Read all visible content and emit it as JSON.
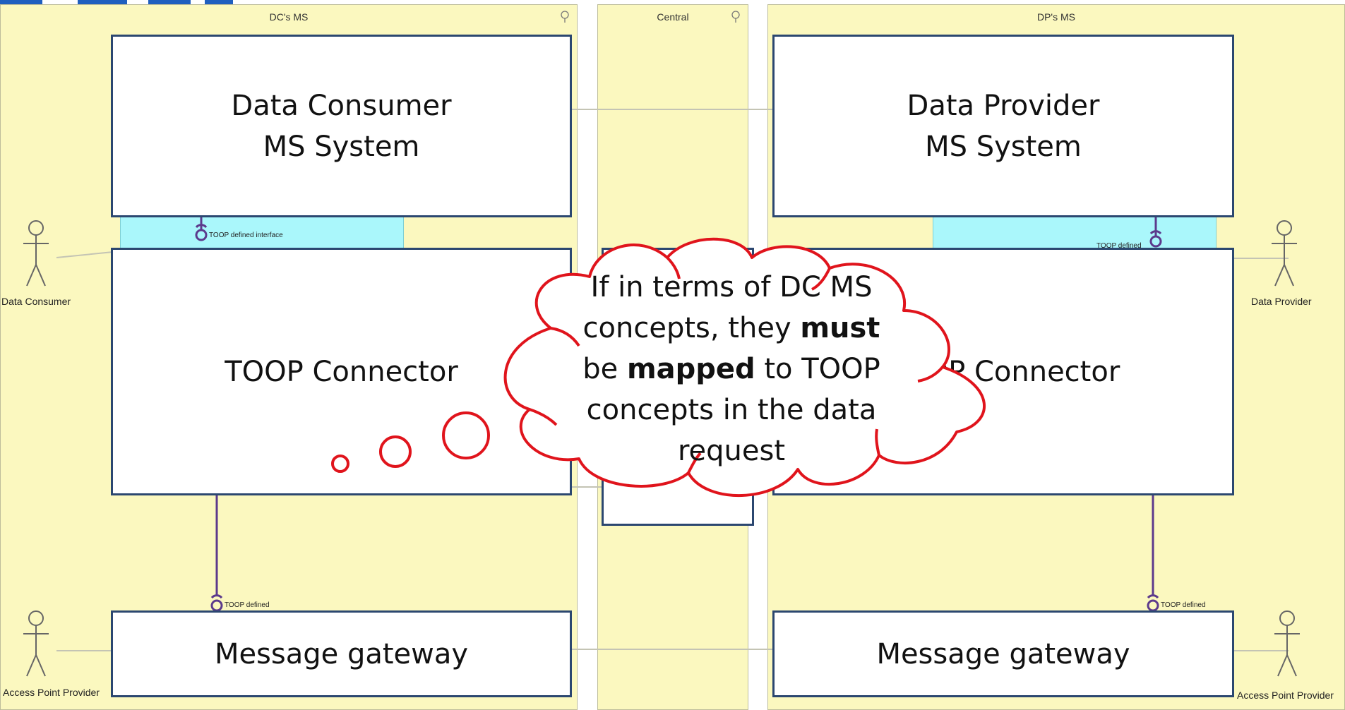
{
  "lanes": {
    "left_title": "DC's MS",
    "center_title": "Central",
    "right_title": "DP's MS"
  },
  "boxes": {
    "dc_system": "Data Consumer\nMS System",
    "dp_system": "Data Provider\nMS System",
    "dc_connector": "TOOP Connector",
    "dp_connector": "TOOP Connector",
    "dc_gateway": "Message gateway",
    "dp_gateway": "Message gateway"
  },
  "interfaces": {
    "dc_system_iface": "TOOP defined\ninterface",
    "dp_system_iface": "TOOP defined",
    "dc_gateway_iface": "TOOP defined",
    "dp_gateway_iface": "TOOP defined"
  },
  "actors": {
    "data_consumer": "Data Consumer",
    "data_provider": "Data Provider",
    "access_point_left": "Access Point Provider",
    "access_point_right": "Access Point Provider"
  },
  "callout": {
    "line1_a": "If in terms of DC MS",
    "line2_a": "concepts, they ",
    "line2_b": "must",
    "line3_a": "be ",
    "line3_b": "mapped",
    "line3_c": " to TOOP",
    "line4_a": "concepts in the data",
    "line5_a": "request"
  },
  "colors": {
    "lane_fill": "#fbf8bf",
    "box_border": "#2b4770",
    "interface_fill": "#aaf7fb",
    "connector_line": "#5c3a8c",
    "cloud_stroke": "#e0141c",
    "logo_blue": "#1f5fbf"
  }
}
